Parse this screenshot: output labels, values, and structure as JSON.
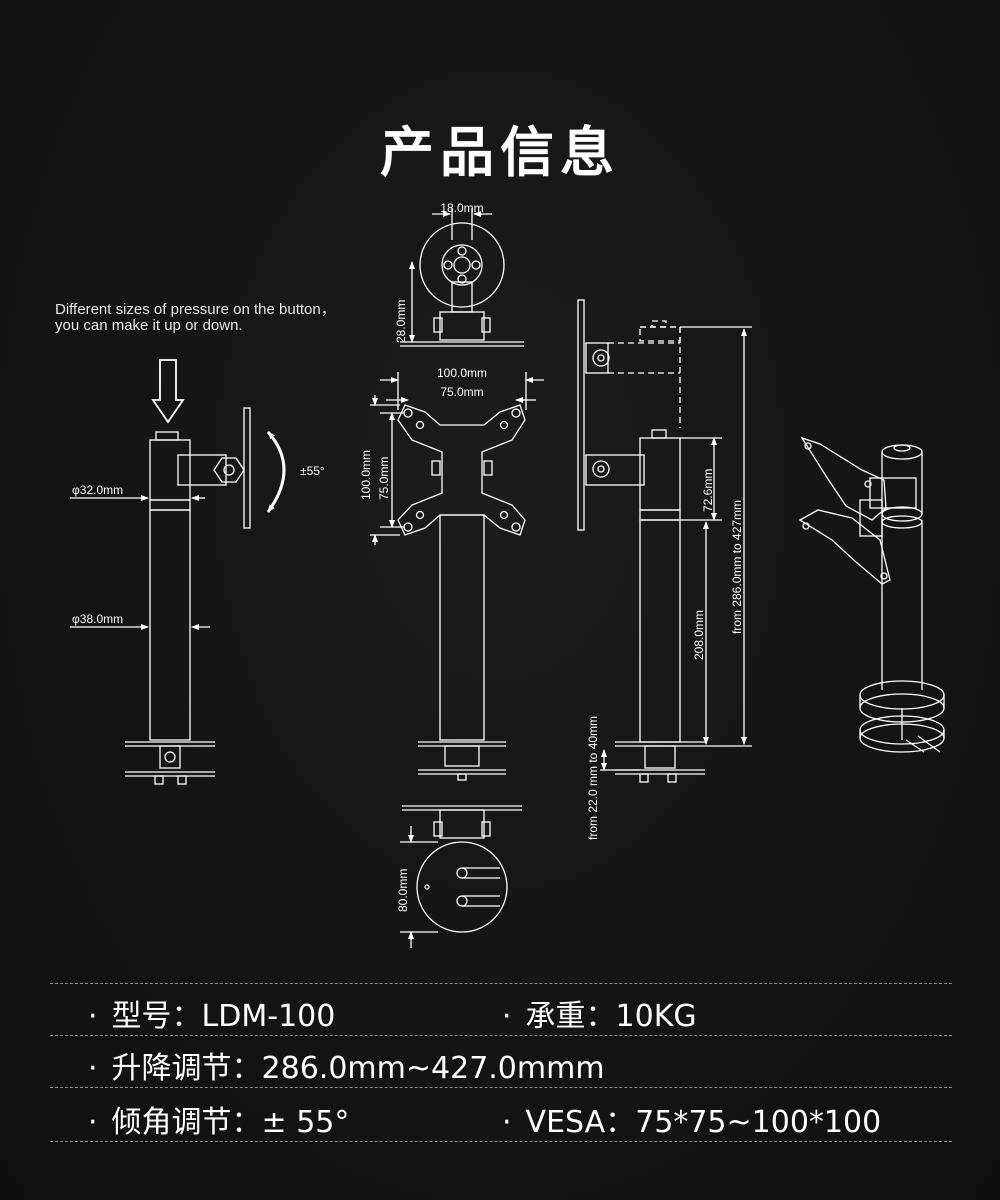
{
  "title": "产品信息",
  "note": {
    "line1": "Different sizes of pressure on the button，",
    "line2": "you can make it up or down."
  },
  "dimensions": {
    "bolt_spacing": "18.0mm",
    "clamp_depth": "28.0mm",
    "vesa_outer_w": "100.0mm",
    "vesa_inner_w": "75.0mm",
    "vesa_outer_h": "100.0mm",
    "vesa_inner_h": "75.0mm",
    "tilt": "±55°",
    "head_dia": "φ32.0mm",
    "pole_dia": "φ38.0mm",
    "head_height": "72.6mm",
    "pole_height": "208.0mm",
    "total_height": "from 286.0mm to 427mm",
    "desk_thickness": "from 22.0 mm to 40mm",
    "base_dia": "80.0mm"
  },
  "specs": [
    {
      "label": "型号：",
      "value": "LDM-100"
    },
    {
      "label": "承重：",
      "value": "10KG"
    },
    {
      "label": "升降调节：",
      "value": "286.0mm~427.0mmm"
    },
    {
      "label": "倾角调节：",
      "value": "± 55°"
    },
    {
      "label": "VESA：",
      "value": "75*75~100*100"
    }
  ],
  "colors": {
    "background": "#131313",
    "line": "#ffffff",
    "divider": "#8a8a8a"
  }
}
